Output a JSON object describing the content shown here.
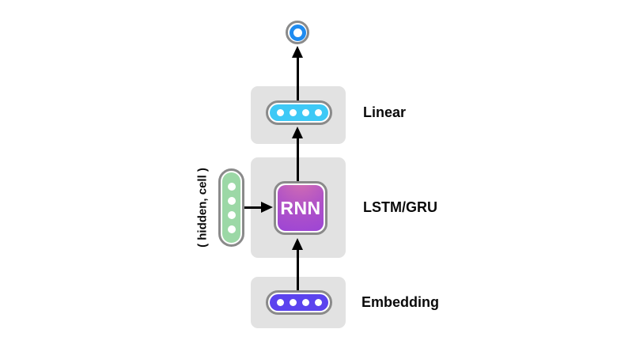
{
  "diagram": {
    "type": "neural-network-architecture",
    "output_node": {
      "color": "#1e8bf0"
    },
    "layers": [
      {
        "label": "Linear",
        "vector_color": "#3ec9f6",
        "units": 4
      },
      {
        "label": "LSTM/GRU",
        "block_label": "RNN"
      },
      {
        "label": "Embedding",
        "vector_color": "#5b43ee",
        "units": 4
      }
    ],
    "state_vector": {
      "label": "( hidden, cell )",
      "color": "#9cd8a6",
      "units": 4
    },
    "colors": {
      "layer_box_bg": "#e2e2e2",
      "node_border": "#8a8a8a",
      "arrow": "#000000",
      "rnn_gradient_top": "#d46fb0",
      "rnn_gradient_bottom": "#9a43d7"
    },
    "flow": [
      "Embedding -> RNN",
      "( hidden, cell ) -> RNN",
      "RNN -> Linear",
      "Linear -> output"
    ]
  }
}
